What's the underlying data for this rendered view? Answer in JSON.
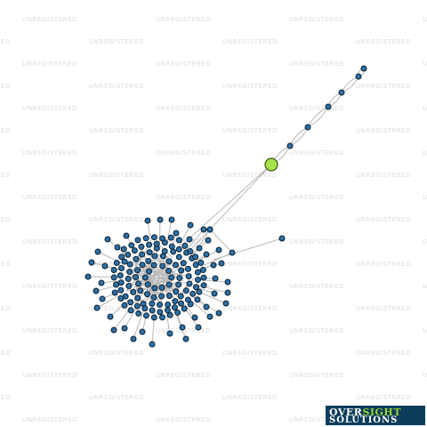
{
  "watermark": {
    "text": "UNREGISTERED"
  },
  "logo": {
    "line1_a": "OVER",
    "line1_b": "SIGHT",
    "line2": "SOLUTIONS"
  },
  "colors": {
    "node": "#2f6fa3",
    "node_stroke": "#0d2233",
    "focus": "#a7e24b",
    "edge": "#b9b9b9"
  },
  "graph": {
    "focus_node": "center-node",
    "clusters": [
      {
        "name": "main-cluster",
        "node_count": 200
      }
    ],
    "chain_nodes": 6
  }
}
